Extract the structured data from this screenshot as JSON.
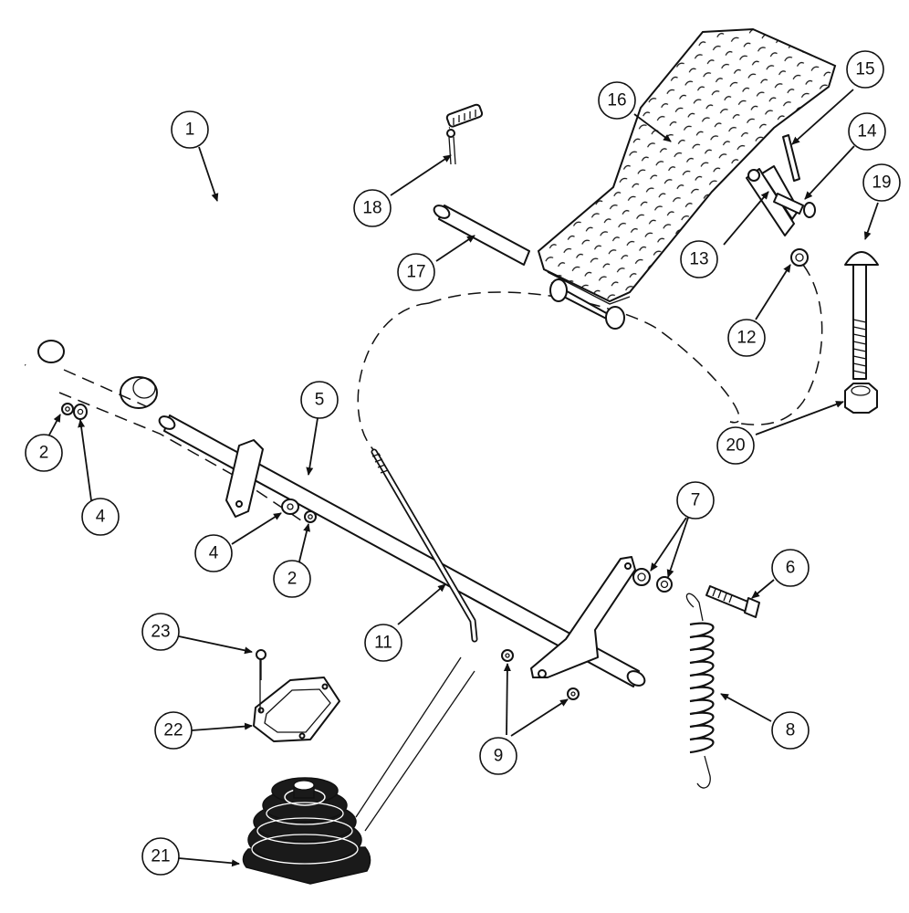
{
  "diagram": {
    "callouts": [
      {
        "id": "c1",
        "label": "1"
      },
      {
        "id": "c2a",
        "label": "2"
      },
      {
        "id": "c4a",
        "label": "4"
      },
      {
        "id": "c4b",
        "label": "4"
      },
      {
        "id": "c2b",
        "label": "2"
      },
      {
        "id": "c5",
        "label": "5"
      },
      {
        "id": "c6",
        "label": "6"
      },
      {
        "id": "c7",
        "label": "7"
      },
      {
        "id": "c8",
        "label": "8"
      },
      {
        "id": "c9",
        "label": "9"
      },
      {
        "id": "c11",
        "label": "11"
      },
      {
        "id": "c12",
        "label": "12"
      },
      {
        "id": "c13",
        "label": "13"
      },
      {
        "id": "c14",
        "label": "14"
      },
      {
        "id": "c15",
        "label": "15"
      },
      {
        "id": "c16",
        "label": "16"
      },
      {
        "id": "c17",
        "label": "17"
      },
      {
        "id": "c18",
        "label": "18"
      },
      {
        "id": "c19",
        "label": "19"
      },
      {
        "id": "c20",
        "label": "20"
      },
      {
        "id": "c21",
        "label": "21"
      },
      {
        "id": "c22",
        "label": "22"
      },
      {
        "id": "c23",
        "label": "23"
      }
    ]
  }
}
